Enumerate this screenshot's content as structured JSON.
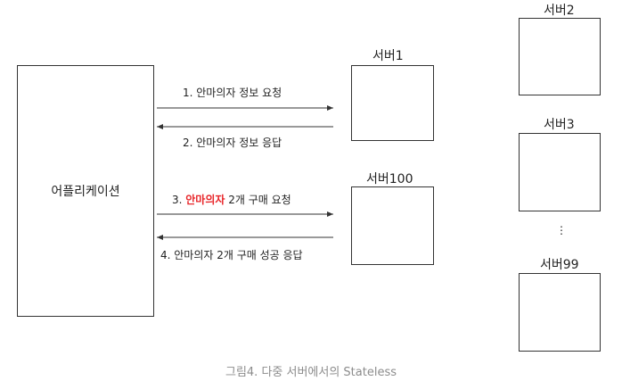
{
  "app": {
    "label": "어플리케이션"
  },
  "servers": {
    "s1": "서버1",
    "s100": "서버100",
    "s2": "서버2",
    "s3": "서버3",
    "s99": "서버99",
    "ellipsis": "⋮"
  },
  "messages": {
    "m1": "1. 안마의자 정보 요청",
    "m2": "2. 안마의자 정보 응답",
    "m3_prefix": "3. ",
    "m3_highlight": "안마의자",
    "m3_suffix": " 2개 구매 요청",
    "m4": "4. 안마의자 2개 구매 성공 응답"
  },
  "caption": "그림4. 다중 서버에서의 Stateless",
  "colors": {
    "highlight": "#e8262a",
    "line": "#333333",
    "caption": "#8c8c8c"
  }
}
